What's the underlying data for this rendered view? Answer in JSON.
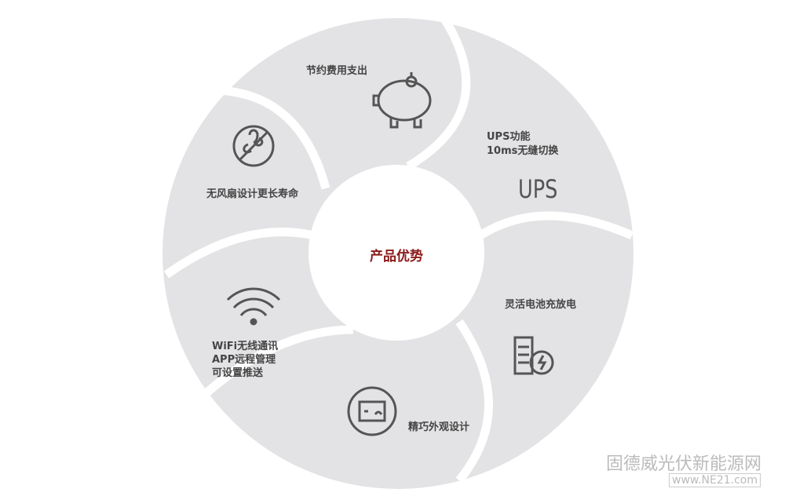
{
  "center_title": "产品优势",
  "segments": [
    {
      "label": "节约费用支出",
      "icon": "piggy-bank-icon"
    },
    {
      "line1": "UPS功能",
      "line2": "10ms无缝切换",
      "big": "UPS"
    },
    {
      "label": "灵活电池充放电",
      "icon": "battery-charge-icon"
    },
    {
      "label": "精巧外观设计",
      "icon": "device-icon"
    },
    {
      "line1": "WiFi无线通讯",
      "line2": "APP远程管理",
      "line3": "可设置推送",
      "icon": "wifi-icon"
    },
    {
      "label": "无风扇设计更长寿命",
      "icon": "no-fan-icon"
    }
  ],
  "watermark": {
    "text": "固德威光伏新能源网",
    "url": "www.NE21.com"
  },
  "colors": {
    "segment": "#e3e3e5",
    "accent": "#8b1a1a"
  }
}
